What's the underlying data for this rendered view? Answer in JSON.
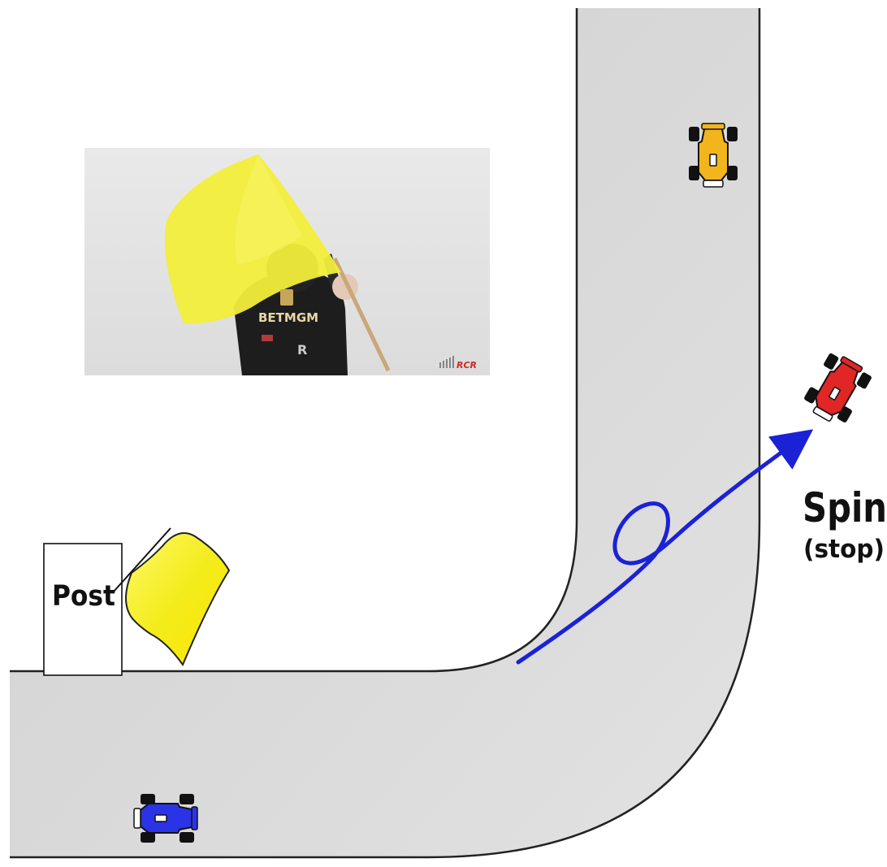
{
  "labels": {
    "post": "Post",
    "spin": "Spin",
    "stop": "(stop)"
  },
  "photo": {
    "shirt_text": "BETMGM",
    "watermark": "RCR"
  },
  "colors": {
    "track": "#d6d6d6",
    "track_edge": "#222222",
    "flag_yellow": "#f4ef2a",
    "path_arrow": "#1b22d6",
    "car_yellow": "#f2b51c",
    "car_red": "#e12626",
    "car_blue": "#2a33e6"
  },
  "icons": {
    "yellow_flag": "yellow-flag-icon",
    "yellow_car": "race-car-icon",
    "red_car": "race-car-icon",
    "blue_car": "race-car-icon"
  }
}
